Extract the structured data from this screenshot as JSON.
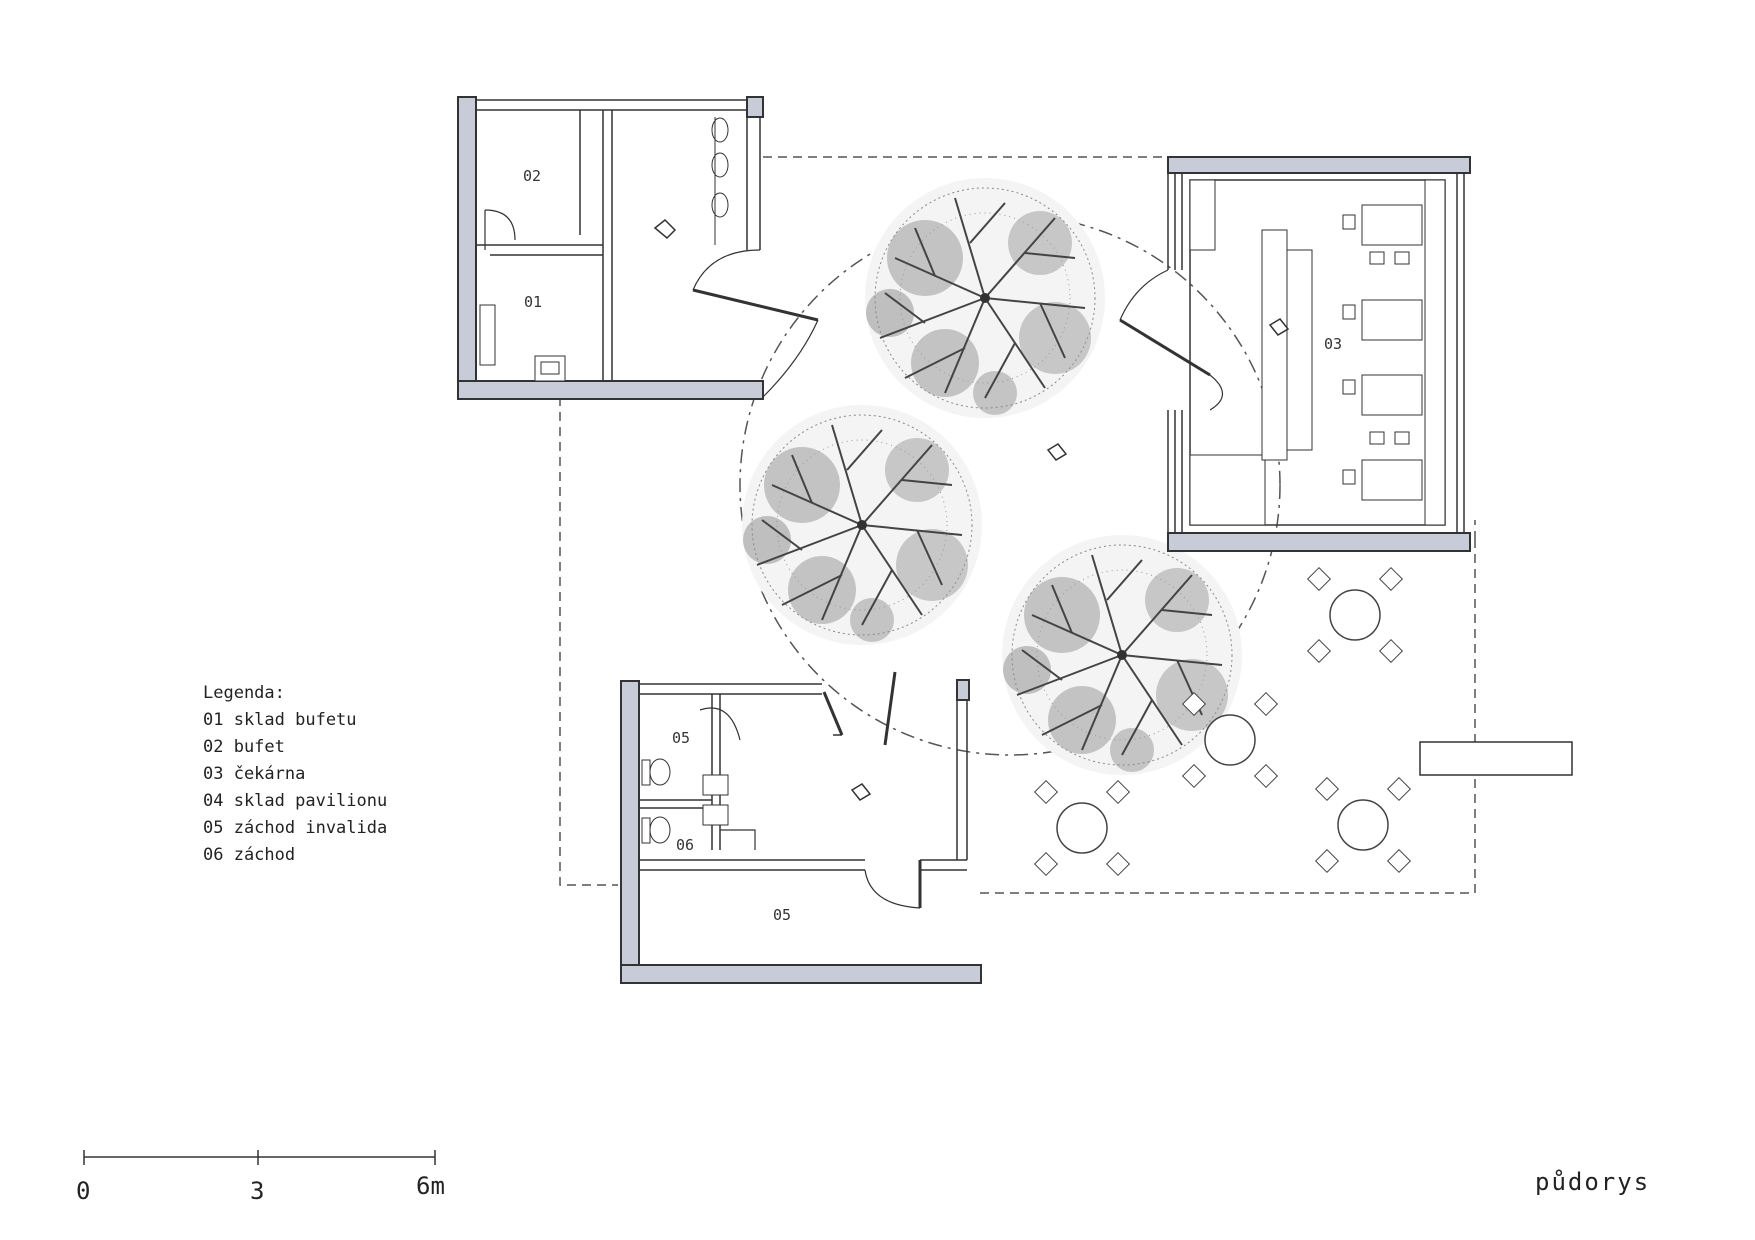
{
  "rooms": {
    "r01": "01",
    "r02": "02",
    "r03": "03",
    "r05a": "05",
    "r05b": "05",
    "r06": "06"
  },
  "legend": {
    "title": "Legenda:",
    "items": [
      "01 sklad bufetu",
      "02 bufet",
      "03 čekárna",
      "04 sklad pavilionu",
      "05 záchod invalida",
      "06 záchod"
    ]
  },
  "scale": {
    "t0": "0",
    "t3": "3",
    "t6": "6m"
  },
  "title": "půdorys",
  "colors": {
    "wall": "#c8ccd8",
    "line": "#333333"
  }
}
